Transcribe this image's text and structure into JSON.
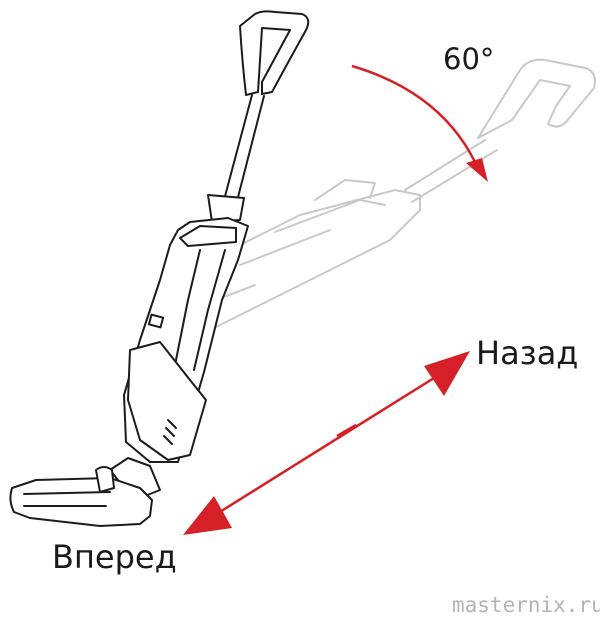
{
  "labels": {
    "angle": "60°",
    "back": "Назад",
    "forward": "Вперед",
    "watermark": "masternix.ru"
  },
  "colors": {
    "arrow": "#d62027",
    "outline": "#1c1c1c",
    "ghost": "#c9c9c9",
    "watermark": "#b4b4b4"
  }
}
